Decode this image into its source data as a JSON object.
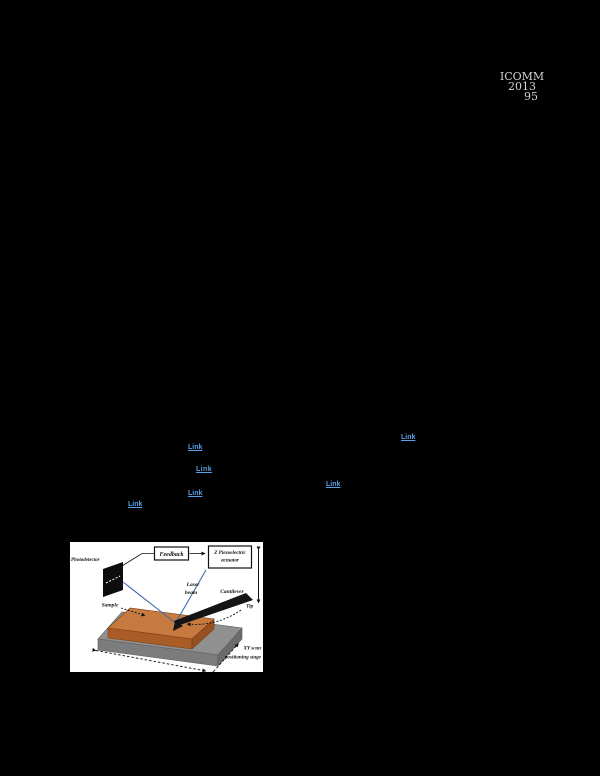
{
  "header": {
    "conference": "ICOMM",
    "year": "2013",
    "page_number": "95"
  },
  "links": [
    "Link",
    "Link",
    "Link",
    "Link",
    "Link",
    "Link"
  ],
  "link_color": "#58a0e8",
  "figure": {
    "labels": {
      "photodetector": "Photodetector",
      "feedback": "Feedback",
      "z_actuator_1": "Z Piezoelectric",
      "z_actuator_2": "actuator",
      "laser_1": "Laser",
      "laser_2": "beam",
      "cantilever": "Cantilever",
      "sample": "Sample",
      "tip": "Tip",
      "stage_1": "XY scan",
      "stage_2": "positioning stage"
    },
    "colors": {
      "laser_beam": "#3f6cae",
      "sample_top": "#c67a3f",
      "sample_front": "#aa5c26",
      "sample_side": "#97501f",
      "stage_top": "#909090",
      "stage_front": "#7c7c7c",
      "stage_side": "#6b6b6b",
      "stage_label_text": "#53301c"
    }
  }
}
